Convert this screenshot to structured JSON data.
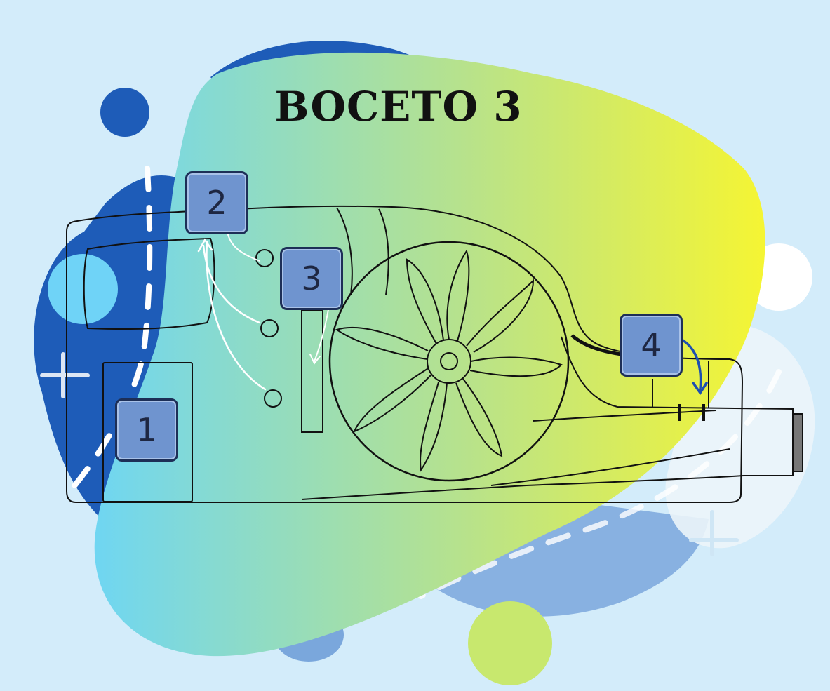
{
  "title": "BOCETO 3",
  "steps": [
    "1",
    "2",
    "3",
    "4"
  ],
  "colors": {
    "background": "#d3ecfa",
    "dark_blue_blob": "#1e5cb8",
    "gradient_start": "#6fd6f2",
    "gradient_end": "#f5f533",
    "badge_fill": "#6f94cf",
    "badge_border": "#1d2f57",
    "arrow_accent": "#1e4fb0"
  },
  "icons": [
    "fan-icon",
    "curved-arrow-icon",
    "plus-icon"
  ]
}
